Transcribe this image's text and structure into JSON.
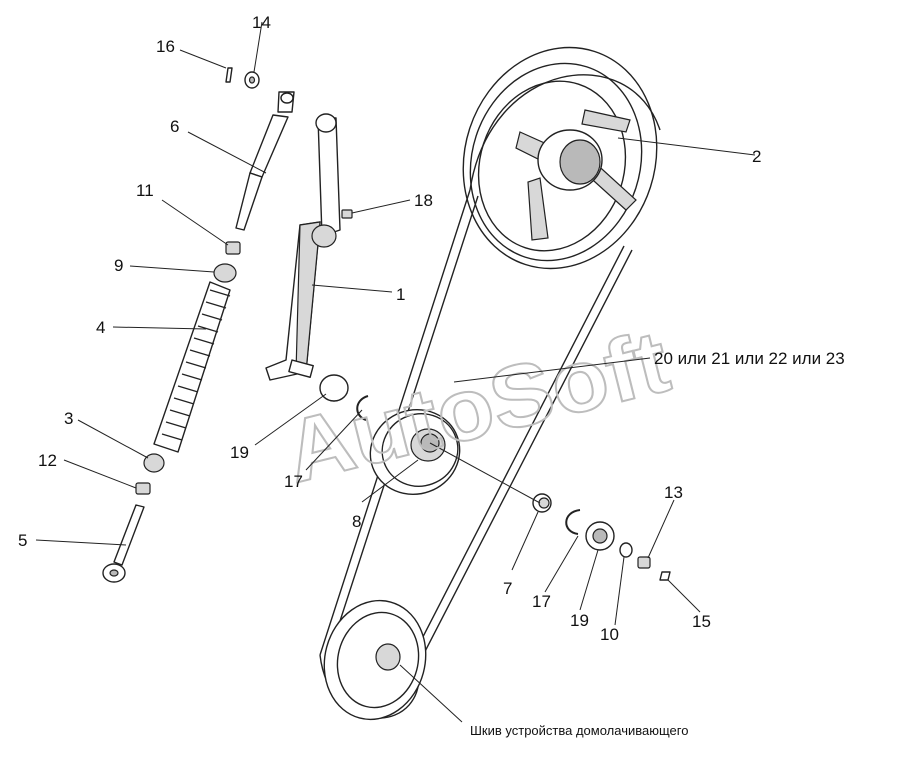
{
  "labels": {
    "l1": "1",
    "l2": "2",
    "l3": "3",
    "l4": "4",
    "l5": "5",
    "l6": "6",
    "l7": "7",
    "l8": "8",
    "l9": "9",
    "l10": "10",
    "l11": "11",
    "l12": "12",
    "l13": "13",
    "l14": "14",
    "l15": "15",
    "l16": "16",
    "l17a": "17",
    "l17b": "17",
    "l18": "18",
    "l19a": "19",
    "l19b": "19",
    "l20": "20 или 21 или 22 или 23"
  },
  "caption": "Шкив устройства домолачивающего",
  "watermark": "AutoSoft"
}
